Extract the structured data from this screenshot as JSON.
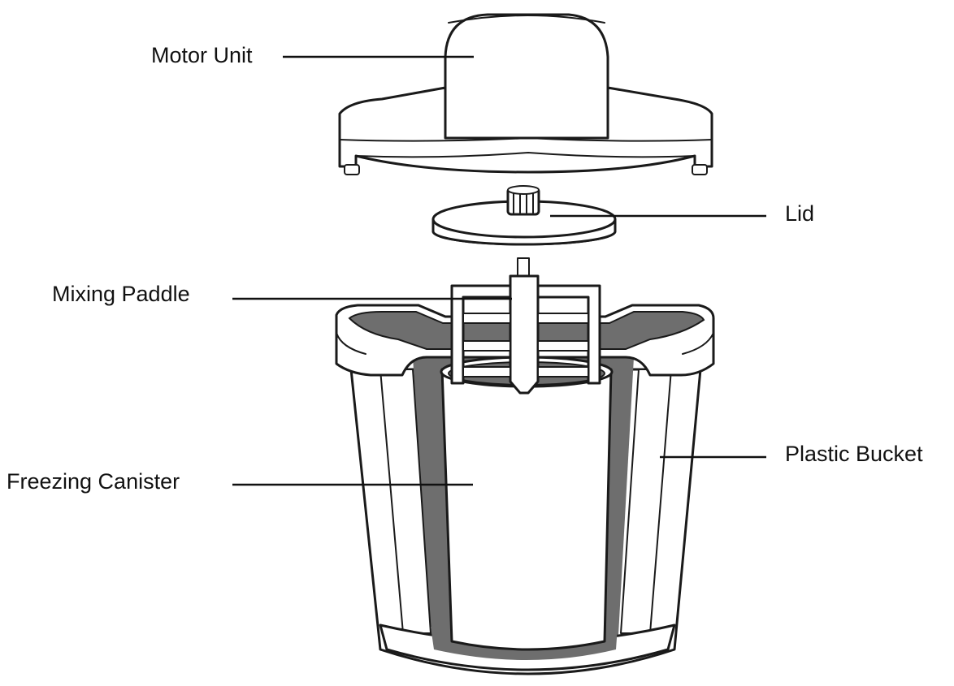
{
  "labels": {
    "motor_unit": "Motor Unit",
    "lid": "Lid",
    "mixing_paddle": "Mixing Paddle",
    "plastic_bucket": "Plastic Bucket",
    "freezing_canister": "Freezing Canister"
  },
  "colors": {
    "outline": "#1a1a1a",
    "insulation_gray": "#6e6e6e",
    "body_fill": "#ffffff",
    "label_text": "#111111"
  }
}
